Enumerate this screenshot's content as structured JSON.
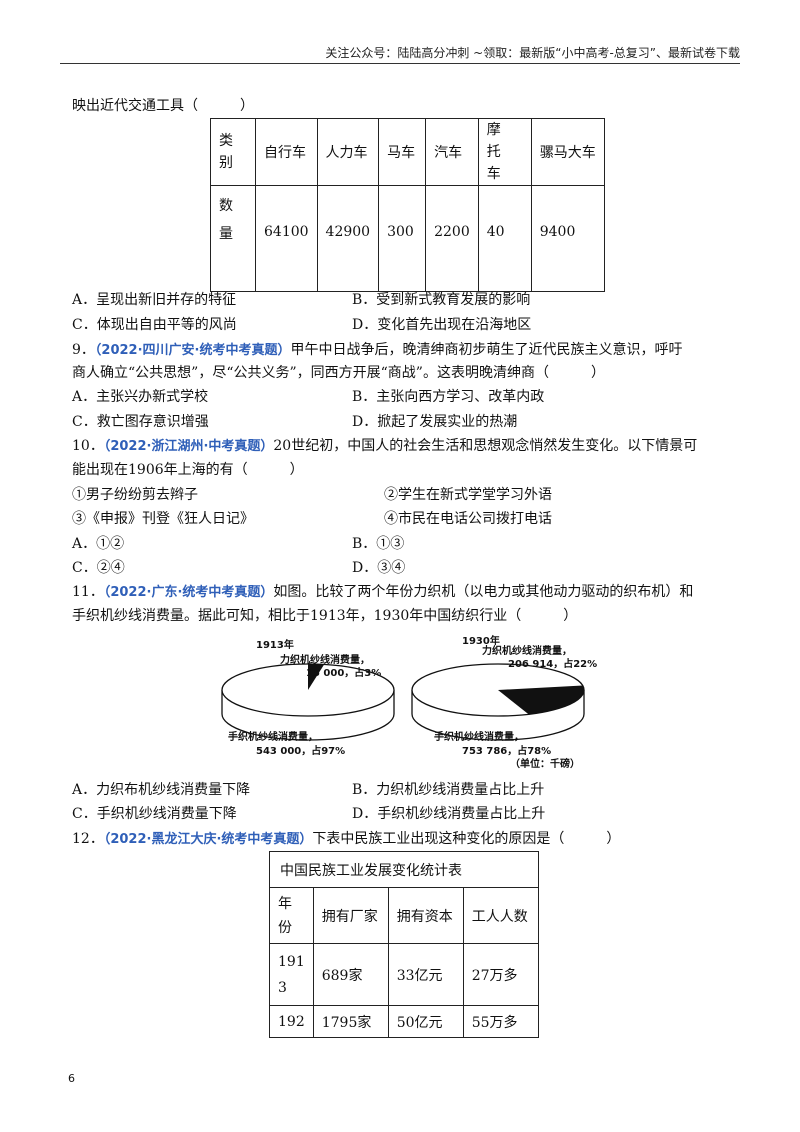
{
  "header": "关注公众号：陆陆高分冲刺 ~领取：最新版“小中高考-总复习”、最新试卷下载",
  "q8_stem_end": "映出近代交通工具（　　　）",
  "q8_table": {
    "row1_label": [
      "类",
      "别"
    ],
    "row2_label": [
      "数",
      "量"
    ],
    "headers": [
      "自行车",
      "人力车",
      "马车",
      "汽车",
      "摩　托　车",
      "骡马大车"
    ],
    "values": [
      "64100",
      "42900",
      "300",
      "2200",
      "40",
      "9400"
    ]
  },
  "q8_options": {
    "A": "A．呈现出新旧并存的特征",
    "B": "B．受到新式教育发展的影响",
    "C": "C．体现出自由平等的风尚",
    "D": "D．变化首先出现在沿海地区"
  },
  "q9": {
    "num": "9．",
    "src": "（2022·四川广安·统考中考真题）",
    "line1": "甲午中日战争后，晚清绅商初步萌生了近代民族主义意识，呼吁",
    "line2": "商人确立“公共思想”，尽“公共义务”，同西方开展“商战”。这表明晚清绅商（　　　）",
    "A": "A．主张兴办新式学校",
    "B": "B．主张向西方学习、改革内政",
    "C": "C．救亡图存意识增强",
    "D": "D．掀起了发展实业的热潮"
  },
  "q10": {
    "num": "10．",
    "src": "（2022·浙江湖州·中考真题）",
    "line1": "20世纪初，中国人的社会生活和思想观念悄然发生变化。以下情景可",
    "line2": "能出现在1906年上海的有（　　　）",
    "s1": "①男子纷纷剪去辫子",
    "s2": "②学生在新式学堂学习外语",
    "s3": "③《申报》刊登《狂人日记》",
    "s4": "④市民在电话公司拨打电话",
    "A": "A．①②",
    "B": "B．①③",
    "C": "C．②④",
    "D": "D．③④"
  },
  "q11": {
    "num": "11．",
    "src": "（2022·广东·统考中考真题）",
    "line1": "如图。比较了两个年份力织机（以电力或其他动力驱动的织布机）和",
    "line2": "手织机纱线消费量。据此可知，相比于1913年，1930年中国纺织行业（　　　）",
    "A": "A．力织布机纱线消费量下降",
    "B": "B．力织机纱线消费量占比上升",
    "C": "C．手织机纱线消费量下降",
    "D": "D．手织机纱线消费量占比上升"
  },
  "pies": {
    "left": {
      "year": "1913年",
      "power_label": "力织机纱线消费量，",
      "power_value": "15 000，占3%",
      "hand_label": "手织机纱线消费量，",
      "hand_value": "543 000，占97%",
      "power_pct": 3
    },
    "right": {
      "year": "1930年",
      "power_label": "力织机纱线消费量，",
      "power_value": "206 914，占22%",
      "hand_label": "手织机纱线消费量，",
      "hand_value": "753 786，占78%",
      "unit": "（单位：千磅）",
      "power_pct": 22
    }
  },
  "q12": {
    "num": "12．",
    "src": "（2022·黑龙江大庆·统考中考真题）",
    "line1": "下表中民族工业出现这种变化的原因是（　　　）",
    "table_title": "中国民族工业发展变化统计表",
    "headers": [
      "年份",
      "拥有厂家",
      "拥有资本",
      "工人人数"
    ],
    "year_label": [
      "年",
      "份"
    ],
    "row1": [
      "191",
      "3",
      "689家",
      "33亿元",
      "27万多"
    ],
    "row2": [
      "192",
      "1795家",
      "50亿元",
      "55万多"
    ]
  },
  "page_number": "6"
}
